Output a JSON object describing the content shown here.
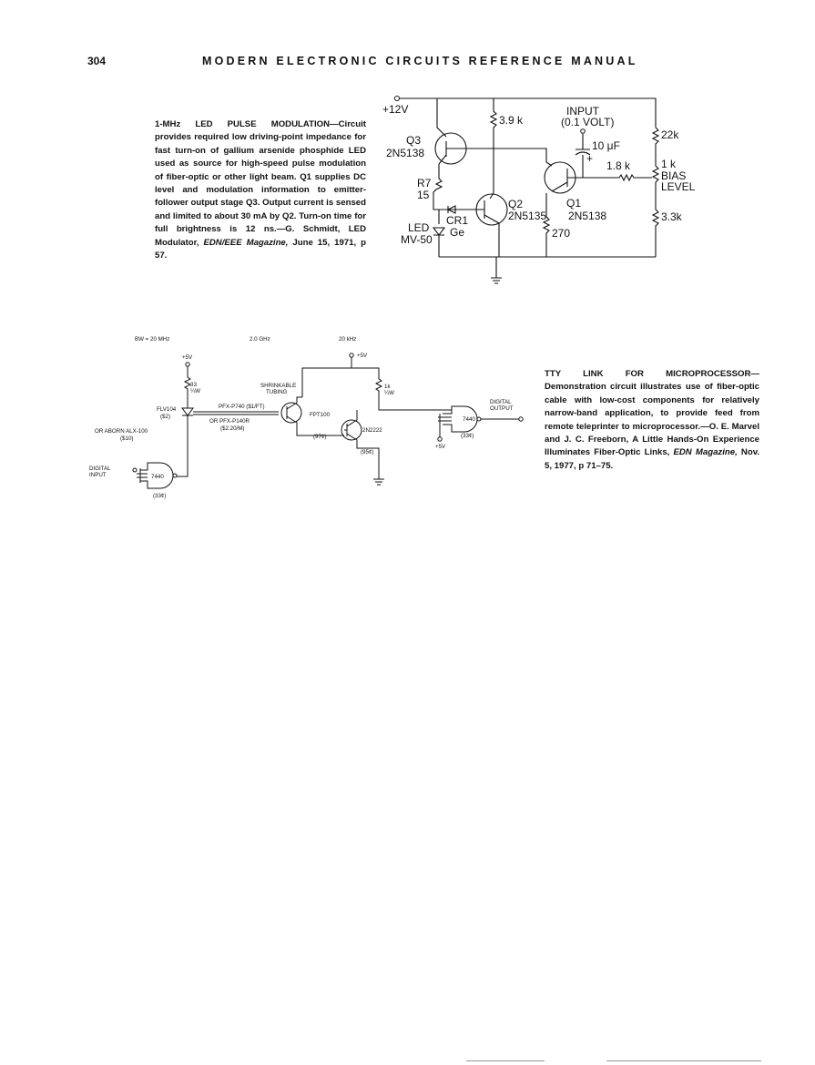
{
  "page": {
    "number": "304",
    "running_head": "MODERN ELECTRONIC CIRCUITS REFERENCE MANUAL"
  },
  "article1": {
    "heading": "1-MHz LED PULSE MODULATION",
    "text": "—Circuit provides required low driving-point impedance for fast turn-on of gallium arsenide phosphide LED used as source for high-speed pulse modulation of fiber-optic or other light beam. Q1 supplies DC level and modulation information to emitter-follower output stage Q3. Output current is sensed and limited to about 30 mA by Q2. Turn-on time for full brightness is 12 ns.—G. Schmidt, LED Modulator, ",
    "magazine": "EDN/EEE Magazine,",
    "citation": " June 15, 1971, p 57."
  },
  "article2": {
    "heading": "TTY LINK FOR MICROPROCESSOR",
    "text": "—Demonstration circuit illustrates use of fiber-optic cable with low-cost components for relatively narrow-band application, to provide feed from remote teleprinter to microprocessor.—O. E. Marvel and J. C. Freeborn, A Little Hands-On Experience Illuminates Fiber-Optic Links, ",
    "magazine": "EDN Magazine,",
    "citation": " Nov. 5, 1977, p 71–75."
  },
  "circuit1": {
    "supply": "+12V",
    "input": "INPUT",
    "input_level": "(0.1 VOLT)",
    "r_39k": "3.9 k",
    "r_22k": "22k",
    "r_1k": "1 k",
    "bias": "BIAS",
    "level": "LEVEL",
    "r_33k": "3.3k",
    "r_18k": "1.8 k",
    "cap": "10 μF",
    "cap_plus": "+",
    "q3": "Q3",
    "q3_part": "2N5138",
    "q1": "Q1",
    "q1_part": "2N5138",
    "q2": "Q2",
    "q2_part": "2N5135",
    "r7": "R7",
    "r7_val": "15",
    "cr1": "CR1",
    "ge": "Ge",
    "r_270": "270",
    "led": "LED",
    "led_part": "MV-50"
  },
  "circuit2": {
    "bw": "BW = 20 MHz",
    "ghz": "2.0 GHz",
    "khz": "20 kHz",
    "v5_a": "+5V",
    "v5_b": "+5V",
    "v5_c": "+5V",
    "r33": "33",
    "r33w": "¼W",
    "shrink1": "SHRINKABLE",
    "shrink2": "TUBING",
    "fiber1": "PFX-P740 ($1/FT)",
    "fiber2": "OR PFX-P140R",
    "fiber3": "($2.20/M)",
    "flv": "FLV104",
    "flv_price": "($2)",
    "abor1": "OR ABORN ALX-100",
    "abor2": "($10)",
    "fpt": "FPT100",
    "fpt_price": "(97¢)",
    "q2n": "2N2222",
    "q2n_price": "(95¢)",
    "r1k": "1k",
    "r1kw": "¼W",
    "gate": "7440",
    "gate_price": "(33¢)",
    "gate2": "7440",
    "gate2_price": "(33¢)",
    "din1": "DIGITAL",
    "din2": "INPUT",
    "dout1": "DIGITAL",
    "dout2": "OUTPUT"
  },
  "colors": {
    "ink": "#111111",
    "paper": "#ffffff"
  }
}
